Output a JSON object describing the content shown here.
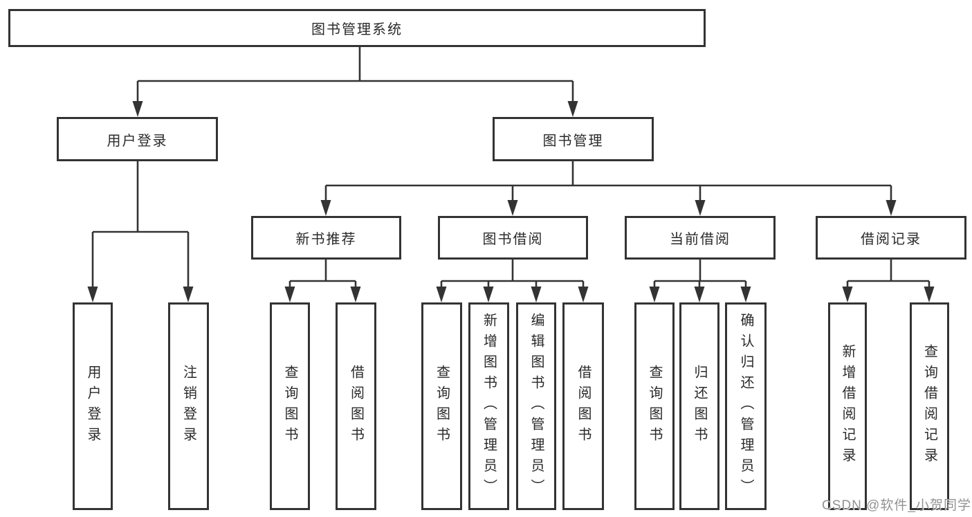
{
  "diagram": {
    "title": "图书管理系统",
    "root": {
      "label": "图书管理系统"
    },
    "level2": [
      {
        "label": "用户登录"
      },
      {
        "label": "图书管理"
      }
    ],
    "level3": [
      {
        "label": "新书推荐",
        "parent": "图书管理"
      },
      {
        "label": "图书借阅",
        "parent": "图书管理"
      },
      {
        "label": "当前借阅",
        "parent": "图书管理"
      },
      {
        "label": "借阅记录",
        "parent": "图书管理"
      }
    ],
    "leaves": [
      {
        "label": "用户登录",
        "parent": "用户登录"
      },
      {
        "label": "注销登录",
        "parent": "用户登录"
      },
      {
        "label": "查询图书",
        "parent": "新书推荐"
      },
      {
        "label": "借阅图书",
        "parent": "新书推荐"
      },
      {
        "label": "查询图书",
        "parent": "图书借阅"
      },
      {
        "label": "新增图书（管理员）",
        "parent": "图书借阅"
      },
      {
        "label": "编辑图书（管理员）",
        "parent": "图书借阅"
      },
      {
        "label": "借阅图书",
        "parent": "图书借阅"
      },
      {
        "label": "查询图书",
        "parent": "当前借阅"
      },
      {
        "label": "归还图书",
        "parent": "当前借阅"
      },
      {
        "label": "确认归还（管理员）",
        "parent": "当前借阅"
      },
      {
        "label": "新增借阅记录",
        "parent": "借阅记录"
      },
      {
        "label": "查询借阅记录",
        "parent": "借阅记录"
      }
    ],
    "watermark": "CSDN @软件_小贺同学"
  },
  "colors": {
    "line": "#333333",
    "box_border": "#333333",
    "text": "#2a2a2a",
    "watermark": "#929292",
    "background": "#ffffff"
  }
}
